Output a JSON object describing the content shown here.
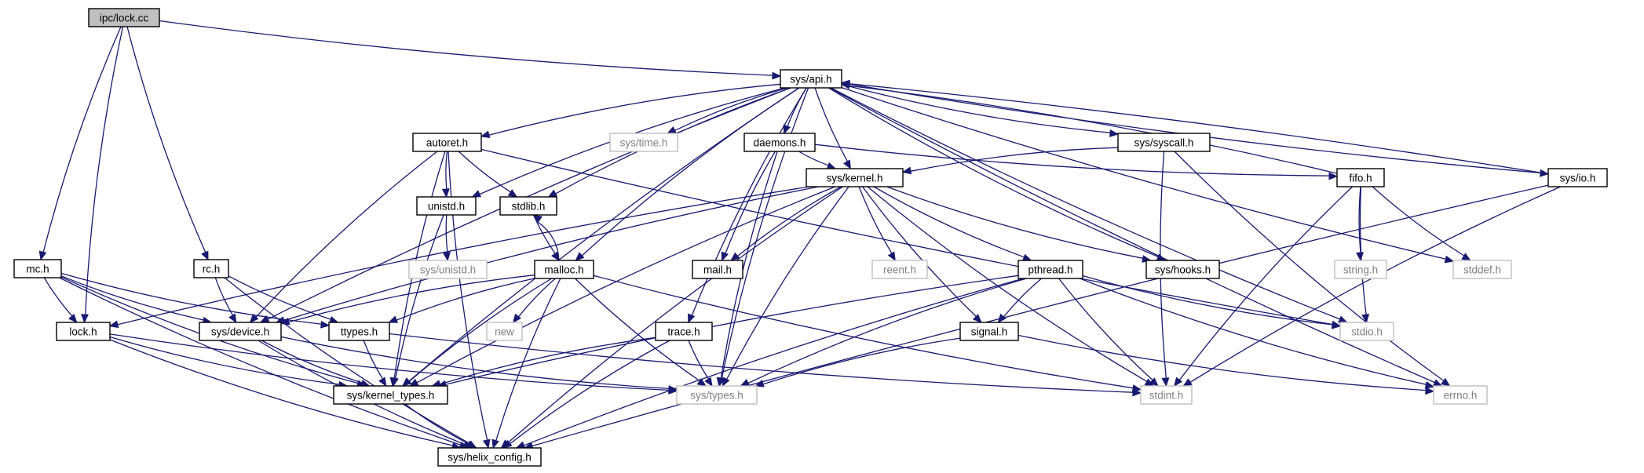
{
  "graph": {
    "title": "ipc/lock.cc",
    "colors": {
      "edge": "#191970",
      "root_fill": "#bfbfbf",
      "node_border": "#000000",
      "external_border": "#bfbfbf",
      "external_text": "#808080"
    },
    "nodes": [
      {
        "id": "ipc_lock_cc",
        "label": "ipc/lock.cc",
        "kind": "root"
      },
      {
        "id": "sys_api_h",
        "label": "sys/api.h",
        "kind": "file"
      },
      {
        "id": "mc_h",
        "label": "mc.h",
        "kind": "file"
      },
      {
        "id": "lock_h",
        "label": "lock.h",
        "kind": "file"
      },
      {
        "id": "rc_h",
        "label": "rc.h",
        "kind": "file"
      },
      {
        "id": "autoret_h",
        "label": "autoret.h",
        "kind": "file"
      },
      {
        "id": "sys_time_h",
        "label": "sys/time.h",
        "kind": "external"
      },
      {
        "id": "daemons_h",
        "label": "daemons.h",
        "kind": "file"
      },
      {
        "id": "sys_syscall_h",
        "label": "sys/syscall.h",
        "kind": "file"
      },
      {
        "id": "unistd_h",
        "label": "unistd.h",
        "kind": "file"
      },
      {
        "id": "stdlib_h",
        "label": "stdlib.h",
        "kind": "file"
      },
      {
        "id": "sys_kernel_h",
        "label": "sys/kernel.h",
        "kind": "file"
      },
      {
        "id": "fifo_h",
        "label": "fifo.h",
        "kind": "file"
      },
      {
        "id": "sys_io_h",
        "label": "sys/io.h",
        "kind": "file"
      },
      {
        "id": "sys_unistd_h",
        "label": "sys/unistd.h",
        "kind": "external"
      },
      {
        "id": "malloc_h",
        "label": "malloc.h",
        "kind": "file"
      },
      {
        "id": "mail_h",
        "label": "mail.h",
        "kind": "file"
      },
      {
        "id": "reent_h",
        "label": "reent.h",
        "kind": "external"
      },
      {
        "id": "pthread_h",
        "label": "pthread.h",
        "kind": "file"
      },
      {
        "id": "sys_hooks_h",
        "label": "sys/hooks.h",
        "kind": "file"
      },
      {
        "id": "string_h",
        "label": "string.h",
        "kind": "external"
      },
      {
        "id": "stddef_h",
        "label": "stddef.h",
        "kind": "external"
      },
      {
        "id": "sys_device_h",
        "label": "sys/device.h",
        "kind": "file"
      },
      {
        "id": "ttypes_h",
        "label": "ttypes.h",
        "kind": "file"
      },
      {
        "id": "new",
        "label": "new",
        "kind": "external"
      },
      {
        "id": "trace_h",
        "label": "trace.h",
        "kind": "file"
      },
      {
        "id": "signal_h",
        "label": "signal.h",
        "kind": "file"
      },
      {
        "id": "stdio_h",
        "label": "stdio.h",
        "kind": "external"
      },
      {
        "id": "sys_kernel_types_h",
        "label": "sys/kernel_types.h",
        "kind": "file"
      },
      {
        "id": "sys_types_h",
        "label": "sys/types.h",
        "kind": "external"
      },
      {
        "id": "stdint_h",
        "label": "stdint.h",
        "kind": "external"
      },
      {
        "id": "errno_h",
        "label": "errno.h",
        "kind": "external"
      },
      {
        "id": "sys_helix_config_h",
        "label": "sys/helix_config.h",
        "kind": "file"
      }
    ],
    "edges": [
      {
        "from": "ipc_lock_cc",
        "to": "sys_api_h"
      },
      {
        "from": "ipc_lock_cc",
        "to": "mc_h"
      },
      {
        "from": "ipc_lock_cc",
        "to": "lock_h"
      },
      {
        "from": "ipc_lock_cc",
        "to": "rc_h"
      },
      {
        "from": "sys_api_h",
        "to": "autoret_h"
      },
      {
        "from": "sys_api_h",
        "to": "sys_time_h"
      },
      {
        "from": "sys_api_h",
        "to": "daemons_h"
      },
      {
        "from": "sys_api_h",
        "to": "sys_syscall_h"
      },
      {
        "from": "sys_api_h",
        "to": "unistd_h"
      },
      {
        "from": "sys_api_h",
        "to": "stdlib_h"
      },
      {
        "from": "sys_api_h",
        "to": "sys_kernel_h"
      },
      {
        "from": "sys_api_h",
        "to": "malloc_h"
      },
      {
        "from": "sys_api_h",
        "to": "sys_hooks_h"
      },
      {
        "from": "sys_api_h",
        "to": "sys_io_h"
      },
      {
        "from": "sys_api_h",
        "to": "sys_device_h"
      },
      {
        "from": "sys_api_h",
        "to": "sys_kernel_types_h"
      },
      {
        "from": "sys_api_h",
        "to": "trace_h"
      },
      {
        "from": "sys_api_h",
        "to": "sys_types_h"
      },
      {
        "from": "sys_api_h",
        "to": "stddef_h"
      },
      {
        "from": "sys_api_h",
        "to": "stdio_h"
      },
      {
        "from": "sys_api_h",
        "to": "errno_h"
      },
      {
        "from": "fifo_h",
        "to": "sys_api_h"
      },
      {
        "from": "sys_io_h",
        "to": "sys_api_h"
      },
      {
        "from": "autoret_h",
        "to": "unistd_h"
      },
      {
        "from": "autoret_h",
        "to": "stdlib_h"
      },
      {
        "from": "autoret_h",
        "to": "sys_device_h"
      },
      {
        "from": "autoret_h",
        "to": "sys_kernel_types_h"
      },
      {
        "from": "autoret_h",
        "to": "sys_helix_config_h"
      },
      {
        "from": "autoret_h",
        "to": "stdio_h"
      },
      {
        "from": "daemons_h",
        "to": "sys_kernel_h"
      },
      {
        "from": "daemons_h",
        "to": "mail_h"
      },
      {
        "from": "daemons_h",
        "to": "fifo_h"
      },
      {
        "from": "daemons_h",
        "to": "sys_types_h"
      },
      {
        "from": "sys_syscall_h",
        "to": "sys_kernel_h"
      },
      {
        "from": "sys_syscall_h",
        "to": "stdint_h"
      },
      {
        "from": "sys_syscall_h",
        "to": "errno_h"
      },
      {
        "from": "unistd_h",
        "to": "sys_unistd_h"
      },
      {
        "from": "unistd_h",
        "to": "sys_kernel_types_h"
      },
      {
        "from": "stdlib_h",
        "to": "malloc_h"
      },
      {
        "from": "malloc_h",
        "to": "stdlib_h"
      },
      {
        "from": "sys_kernel_h",
        "to": "mail_h"
      },
      {
        "from": "sys_kernel_h",
        "to": "reent_h"
      },
      {
        "from": "sys_kernel_h",
        "to": "pthread_h"
      },
      {
        "from": "sys_kernel_h",
        "to": "sys_hooks_h"
      },
      {
        "from": "sys_kernel_h",
        "to": "signal_h"
      },
      {
        "from": "sys_kernel_h",
        "to": "lock_h"
      },
      {
        "from": "sys_kernel_h",
        "to": "sys_device_h"
      },
      {
        "from": "sys_kernel_h",
        "to": "sys_types_h"
      },
      {
        "from": "sys_kernel_h",
        "to": "stdint_h"
      },
      {
        "from": "sys_kernel_h",
        "to": "sys_helix_config_h"
      },
      {
        "from": "sys_kernel_h",
        "to": "sys_kernel_types_h"
      },
      {
        "from": "fifo_h",
        "to": "string_h"
      },
      {
        "from": "fifo_h",
        "to": "stddef_h"
      },
      {
        "from": "fifo_h",
        "to": "stdio_h"
      },
      {
        "from": "fifo_h",
        "to": "stdint_h"
      },
      {
        "from": "sys_io_h",
        "to": "stdint_h"
      },
      {
        "from": "sys_io_h",
        "to": "sys_helix_config_h"
      },
      {
        "from": "mc_h",
        "to": "lock_h"
      },
      {
        "from": "mc_h",
        "to": "sys_device_h"
      },
      {
        "from": "mc_h",
        "to": "ttypes_h"
      },
      {
        "from": "mc_h",
        "to": "sys_kernel_types_h"
      },
      {
        "from": "mc_h",
        "to": "sys_helix_config_h"
      },
      {
        "from": "rc_h",
        "to": "sys_device_h"
      },
      {
        "from": "rc_h",
        "to": "ttypes_h"
      },
      {
        "from": "rc_h",
        "to": "sys_helix_config_h"
      },
      {
        "from": "lock_h",
        "to": "sys_kernel_types_h"
      },
      {
        "from": "lock_h",
        "to": "sys_helix_config_h"
      },
      {
        "from": "lock_h",
        "to": "sys_types_h"
      },
      {
        "from": "malloc_h",
        "to": "sys_device_h"
      },
      {
        "from": "malloc_h",
        "to": "ttypes_h"
      },
      {
        "from": "malloc_h",
        "to": "new"
      },
      {
        "from": "malloc_h",
        "to": "sys_kernel_types_h"
      },
      {
        "from": "malloc_h",
        "to": "sys_helix_config_h"
      },
      {
        "from": "malloc_h",
        "to": "sys_types_h"
      },
      {
        "from": "malloc_h",
        "to": "stdint_h"
      },
      {
        "from": "pthread_h",
        "to": "signal_h"
      },
      {
        "from": "pthread_h",
        "to": "stdio_h"
      },
      {
        "from": "pthread_h",
        "to": "sys_kernel_types_h"
      },
      {
        "from": "pthread_h",
        "to": "sys_types_h"
      },
      {
        "from": "pthread_h",
        "to": "stdint_h"
      },
      {
        "from": "pthread_h",
        "to": "errno_h"
      },
      {
        "from": "pthread_h",
        "to": "sys_helix_config_h"
      },
      {
        "from": "sys_device_h",
        "to": "sys_kernel_types_h"
      },
      {
        "from": "sys_device_h",
        "to": "sys_types_h"
      },
      {
        "from": "sys_device_h",
        "to": "sys_helix_config_h"
      },
      {
        "from": "ttypes_h",
        "to": "sys_kernel_types_h"
      },
      {
        "from": "ttypes_h",
        "to": "stdint_h"
      },
      {
        "from": "trace_h",
        "to": "sys_kernel_types_h"
      },
      {
        "from": "trace_h",
        "to": "sys_types_h"
      },
      {
        "from": "trace_h",
        "to": "sys_helix_config_h"
      },
      {
        "from": "signal_h",
        "to": "sys_types_h"
      },
      {
        "from": "signal_h",
        "to": "errno_h"
      },
      {
        "from": "sys_kernel_types_h",
        "to": "sys_helix_config_h"
      }
    ]
  }
}
